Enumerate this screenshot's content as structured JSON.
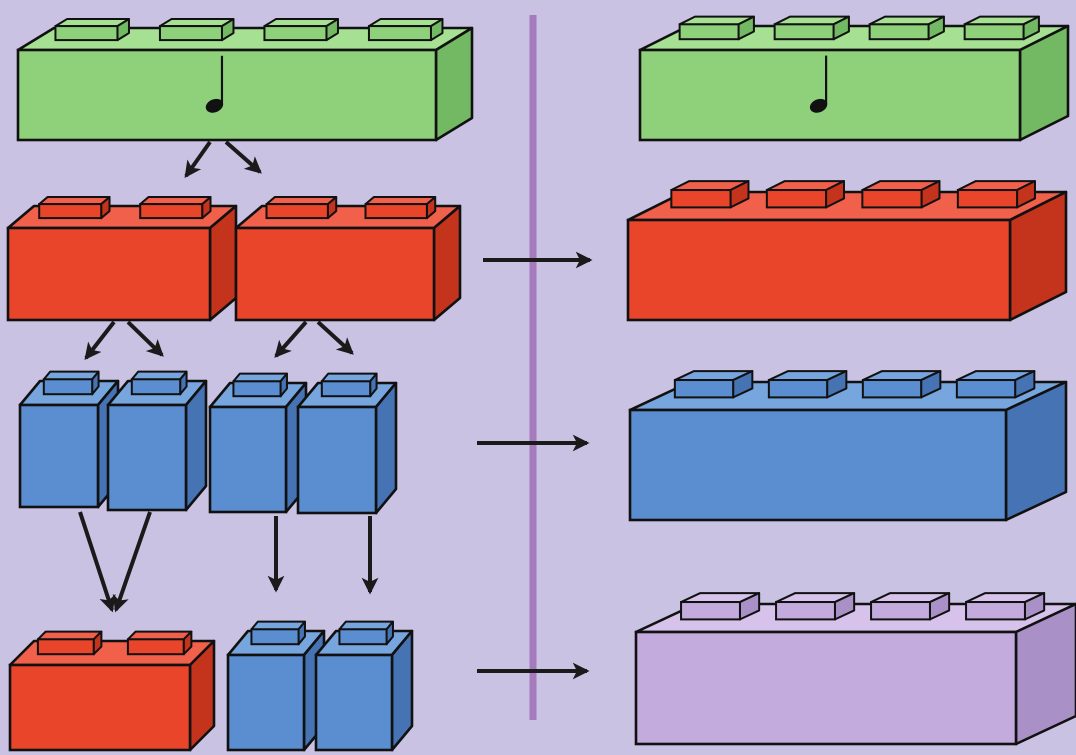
{
  "colors": {
    "background": "#c9c2e3",
    "divider": "#a67bbd",
    "arrow": "#1a1a1a",
    "outline": "#111111",
    "green": "#8fd17b",
    "red": "#e8452a",
    "blue": "#5b8ed0",
    "purple": "#c4abde"
  },
  "palette": {
    "green": {
      "front": "#8fd17b",
      "top": "#a6e093",
      "side": "#73b862"
    },
    "red": {
      "front": "#e8452a",
      "top": "#f0604a",
      "side": "#c4331c"
    },
    "blue": {
      "front": "#5b8ed0",
      "top": "#77a5de",
      "side": "#4573b4"
    },
    "purple": {
      "front": "#c4abde",
      "top": "#d6c2ea",
      "side": "#a990c7"
    }
  },
  "diagram": {
    "left_column": {
      "rows": [
        {
          "name": "whole-note-row",
          "blocks": [
            {
              "color": "green",
              "studs": 4,
              "note_icon": "quarter-note-icon"
            }
          ]
        },
        {
          "name": "half-note-row",
          "blocks": [
            {
              "color": "red",
              "studs": 2
            },
            {
              "color": "red",
              "studs": 2
            }
          ]
        },
        {
          "name": "quarter-note-row",
          "blocks": [
            {
              "color": "blue",
              "studs": 1
            },
            {
              "color": "blue",
              "studs": 1
            },
            {
              "color": "blue",
              "studs": 1
            },
            {
              "color": "blue",
              "studs": 1
            }
          ]
        },
        {
          "name": "mixed-row",
          "blocks": [
            {
              "color": "red",
              "studs": 2
            },
            {
              "color": "blue",
              "studs": 1
            },
            {
              "color": "blue",
              "studs": 1
            }
          ]
        }
      ]
    },
    "right_column": {
      "rows": [
        {
          "name": "green-equivalent",
          "blocks": [
            {
              "color": "green",
              "studs": 4,
              "note_icon": "quarter-note-icon"
            }
          ]
        },
        {
          "name": "red-equivalent",
          "blocks": [
            {
              "color": "red",
              "studs": 4
            }
          ]
        },
        {
          "name": "blue-equivalent",
          "blocks": [
            {
              "color": "blue",
              "studs": 4
            }
          ]
        },
        {
          "name": "purple-equivalent",
          "blocks": [
            {
              "color": "purple",
              "studs": 4
            }
          ]
        }
      ]
    },
    "equivalence_arrows": 3
  }
}
